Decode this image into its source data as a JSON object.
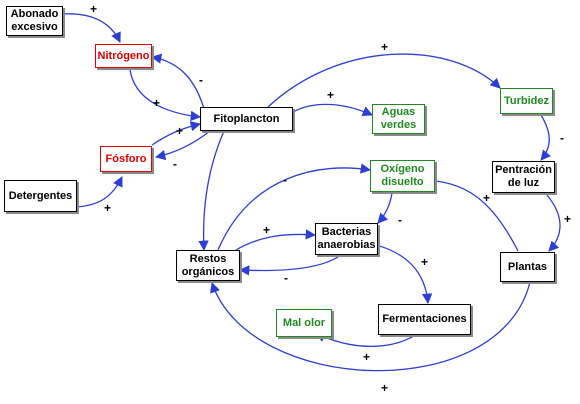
{
  "nodes": {
    "abonado": "Abonado\nexcesivo",
    "nitrogeno": "Nitrógeno",
    "fitoplancton": "Fitoplancton",
    "aguas": "Aguas\nverdes",
    "turbidez": "Turbidez",
    "fosforo": "Fósforo",
    "detergentes": "Detergentes",
    "oxigeno": "Oxígeno\ndisuelto",
    "penetracion": "Pentración\nde luz",
    "bacterias": "Bacterias\nanaerobias",
    "restos": "Restos\norgánicos",
    "plantas": "Plantas",
    "malolor": "Mal olor",
    "fermentaciones": "Fermentaciones"
  },
  "signs": {
    "abonado_nitrogeno": "+",
    "fito_nitrogeno": "-",
    "nitrogeno_fito": "+",
    "fito_aguas": "+",
    "fito_turbidez": "+",
    "fosforo_fito": "+",
    "fito_fosforo": "-",
    "detergentes_fosforo": "+",
    "turbidez_penetracion": "-",
    "penetracion_plantas": "+",
    "restos_oxigeno": "-",
    "oxigeno_bacterias": "-",
    "plantas_oxigeno": "+",
    "restos_bacterias": "+",
    "bacterias_restos": "-",
    "bacterias_ferment": "+",
    "ferment_malolor": "+",
    "plantas_restos": "+"
  },
  "colors": {
    "arrow": "#2b3fd6",
    "red": "#e00000",
    "green": "#1f8a1f",
    "black": "#000000"
  }
}
